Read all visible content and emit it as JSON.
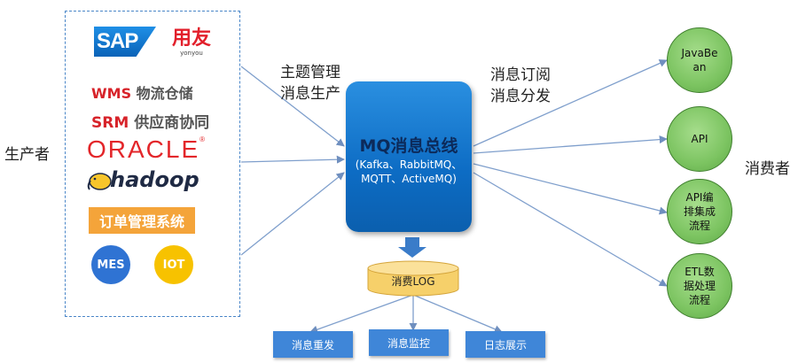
{
  "producer_label": "生产者",
  "consumer_label": "消费者",
  "left_flow_labels": [
    "主题管理",
    "消息生产"
  ],
  "right_flow_labels": [
    "消息订阅",
    "消息分发"
  ],
  "hub": {
    "title": "MQ消息总线",
    "subtitle": "(Kafka、RabbitMQ、\nMQTT、ActiveMQ)"
  },
  "producers": {
    "sap": "SAP",
    "yonyou": "用友",
    "yonyou_sub": "yonyou",
    "wms_code": "WMS",
    "wms_text": "物流仓储",
    "srm_code": "SRM",
    "srm_text": "供应商协同",
    "oracle": "ORACLE",
    "oracle_mark": "®",
    "hadoop": "hadoop",
    "order_system": "订单管理系统",
    "mes": "MES",
    "iot": "IOT"
  },
  "log_store": "消费LOG",
  "consumers": [
    {
      "label": "JavaBe\nan"
    },
    {
      "label": "API"
    },
    {
      "label": "API编\n排集成\n流程"
    },
    {
      "label": "ETL数\n据处理\n流程"
    }
  ],
  "log_actions": [
    "消息重发",
    "消息监控",
    "日志展示"
  ],
  "colors": {
    "hub": "#0d6cc4",
    "consumer": "#7cc461",
    "action": "#3f86d8",
    "log": "#f6d06a",
    "arrow": "#6f8fbf"
  }
}
